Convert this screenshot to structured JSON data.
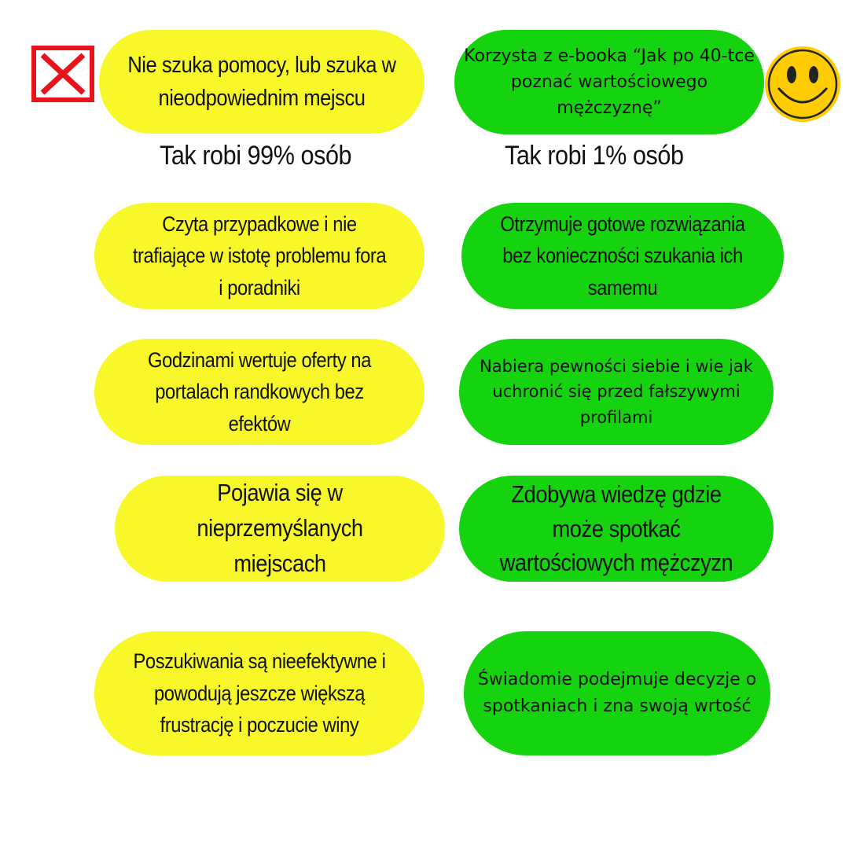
{
  "left_header": {
    "text": "Nie szuka pomocy, lub szuka w nieodpowiednim mejscu",
    "caption": "Tak robi 99% osób"
  },
  "right_header": {
    "text": "Korzysta z e-booka “Jak po 40-tce poznać wartościowego mężczyznę”",
    "caption": "Tak robi 1% osób"
  },
  "left_items": [
    "Czyta przypadkowe i nie trafiające w istotę problemu fora i poradniki",
    "Godzinami wertuje oferty na portalach randkowych bez efektów",
    "Pojawia się w nieprzemyślanych miejscach",
    "Poszukiwania są nieefektywne i powodują jeszcze większą frustrację i poczucie winy"
  ],
  "right_items": [
    "Otrzymuje gotowe rozwiązania bez konieczności szukania ich samemu",
    "Nabiera pewności siebie i wie jak uchronić się przed fałszywymi profilami",
    "Zdobywa wiedzę gdzie może spotkać wartościowych mężczyzn",
    "Świadomie podejmuje decyzje o spotkaniach i zna swoją wrtość"
  ],
  "icons": {
    "left": "x-mark-icon",
    "right": "smiley-icon"
  },
  "colors": {
    "yellow": "#f7f729",
    "green": "#15d40f",
    "red": "#e8131b",
    "smiley": "#ffcc00"
  }
}
